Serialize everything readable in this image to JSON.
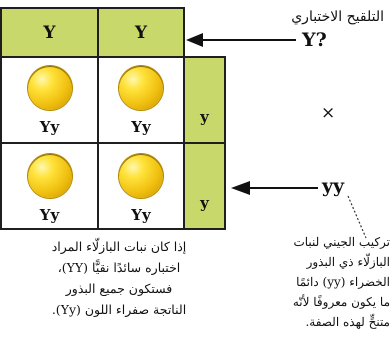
{
  "header_cells": [
    "Y",
    "Y"
  ],
  "test_cross_label": "التلقيح الاختباري",
  "unknown_genotype": "Y?",
  "cross_symbol": "×",
  "recessive_genotype": "yy",
  "grid_genotypes": [
    "Yy",
    "Yy",
    "Yy",
    "Yy"
  ],
  "side_alleles": [
    "y",
    "y"
  ],
  "caption_left": [
    "إذا كان نبات البازلّاء المراد",
    "اختباره سائدًا نقيًّا (YY)،",
    "فستكون جميع البذور",
    "الناتجة صفراء اللون (Yy)."
  ],
  "caption_right": [
    "تركيب الجيني لنبات",
    "البازلّاء ذي البذور",
    "الخضراء (yy) دائمًا",
    "ما يكون معروفًا لأنّه",
    "متنحٍّ لهذه الصفة."
  ],
  "colors": {
    "header_green": "#c9d86a",
    "pea_yellow": "#f0c010",
    "border": "#1f1f1f"
  }
}
